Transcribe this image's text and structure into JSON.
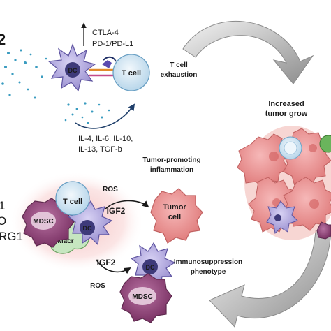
{
  "labels": {
    "cut_number": "2",
    "dc": "DC",
    "t_cell": "T cell",
    "ctla4": "CTLA-4",
    "pd1": "PD-1/PD-L1",
    "exhaustion_1": "T cell",
    "exhaustion_2": "exhaustion",
    "cytokines_1": "IL-4, IL-6, IL-10,",
    "cytokines_2": "IL-13, TGF-b",
    "inflammation_1": "Tumor-promoting",
    "inflammation_2": "inflammation",
    "increased_1": "Increased",
    "increased_2": "tumor grow",
    "left_1": "1",
    "left_2": "O",
    "left_3": "RG1",
    "mdsc": "MDSC",
    "macr": "Macr",
    "ros": "ROS",
    "igf2": "IGF2",
    "tumor_1": "Tumor",
    "tumor_2": "cell",
    "immuno_1": "Immunosuppression",
    "immuno_2": "phenotype"
  },
  "colors": {
    "dc": "#b8b0e0",
    "t_cell": "#d2e6f2",
    "mdsc": "#9a4a7e",
    "macrophage": "#c6e6c0",
    "tumor": "#f2a0a0",
    "ros": "#a0282a",
    "dots": "#3a9cc0",
    "arrow_grey": "#9c9c9c",
    "glow": "#f4b8b8"
  }
}
